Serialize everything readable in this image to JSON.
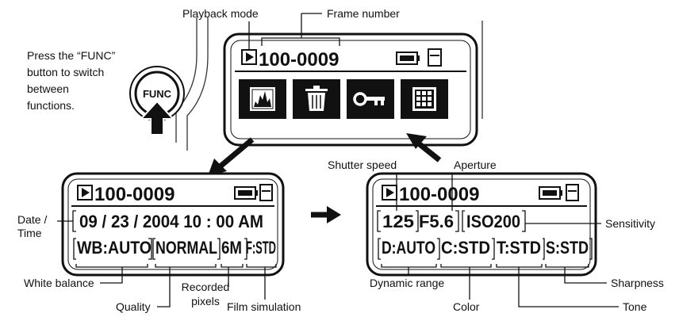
{
  "labels": {
    "playback_mode": "Playback mode",
    "frame_number": "Frame number",
    "press_func_line1": "Press the “FUNC”",
    "press_func_line2": "button to switch",
    "press_func_line3": "between",
    "press_func_line4": "functions.",
    "func_button": "FUNC",
    "date_time_line1": "Date /",
    "date_time_line2": "Time",
    "white_balance": "White balance",
    "quality": "Quality",
    "recorded_pixels_line1": "Recorded",
    "recorded_pixels_line2": "pixels",
    "film_simulation": "Film simulation",
    "shutter_speed": "Shutter speed",
    "aperture": "Aperture",
    "sensitivity": "Sensitivity",
    "dynamic_range": "Dynamic range",
    "color": "Color",
    "tone": "Tone",
    "sharpness": "Sharpness"
  },
  "top_screen": {
    "frame_number": "100-0009",
    "icons": [
      "histogram-icon",
      "trash-icon",
      "key-icon",
      "grid-icon"
    ]
  },
  "left_screen": {
    "frame_number": "100-0009",
    "date_time": "09 / 23 / 2004  10 : 00 AM",
    "wb": "WB:AUTO",
    "quality": "NORMAL",
    "pixels": "6M",
    "film": "F:STD"
  },
  "right_screen": {
    "frame_number": "100-0009",
    "shutter": "125",
    "aperture": "F5.6",
    "iso": "ISO200",
    "dr": "D:AUTO",
    "color": "C:STD",
    "tone": "T:STD",
    "sharpness": "S:STD"
  }
}
